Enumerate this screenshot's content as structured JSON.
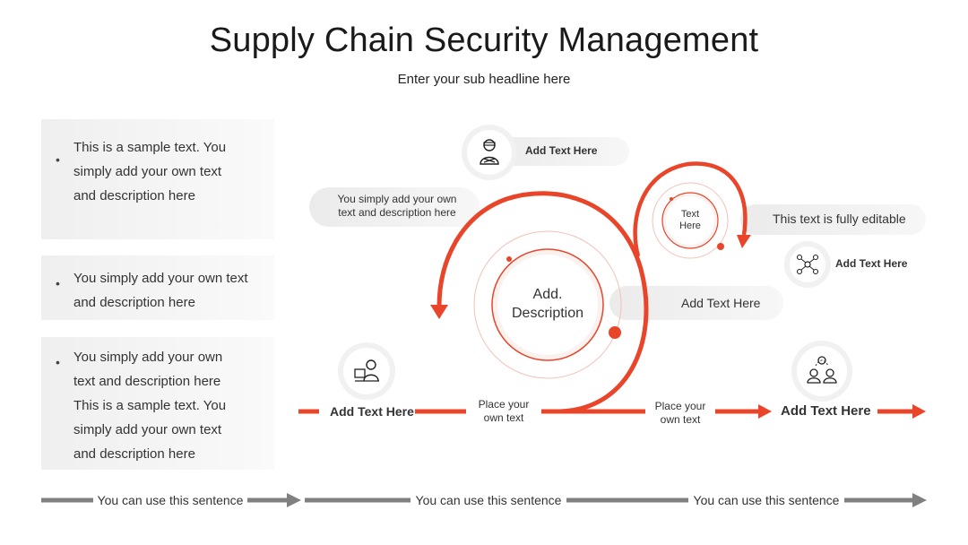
{
  "header": {
    "title": "Supply Chain Security Management",
    "subtitle": "Enter your sub headline here"
  },
  "left_boxes": [
    {
      "lines": [
        "This is a sample text. You",
        "simply add your own text",
        "and description here"
      ]
    },
    {
      "lines": [
        "You simply add your own text",
        "and description here"
      ]
    },
    {
      "lines": [
        "You simply add your own",
        "text and description here",
        "This is a sample text. You",
        "simply add your own text",
        "and description here"
      ]
    }
  ],
  "diagram": {
    "center_text_1": "Add.",
    "center_text_2": "Description",
    "small_circle_1": "Text",
    "small_circle_2": "Here",
    "top_pill": "Add Text Here",
    "left_pill_1": "You simply add your own",
    "left_pill_2": "text and description here",
    "right_pill": "This text is fully editable",
    "right_icon_label": "Add Text Here",
    "middle_pill": "Add Text Here",
    "left_node_label": "Add Text Here",
    "right_node_label": "Add Text Here",
    "place_1a": "Place your",
    "place_1b": "own text",
    "place_2a": "Place your",
    "place_2b": "own text"
  },
  "bottom_arrows": [
    "You can use this sentence",
    "You can use this sentence",
    "You can use this sentence"
  ],
  "icons": [
    "engineer-icon",
    "team-icon",
    "worker-icon",
    "network-icon"
  ],
  "colors": {
    "accent": "#e8452a",
    "gray_arrow": "#808080"
  }
}
